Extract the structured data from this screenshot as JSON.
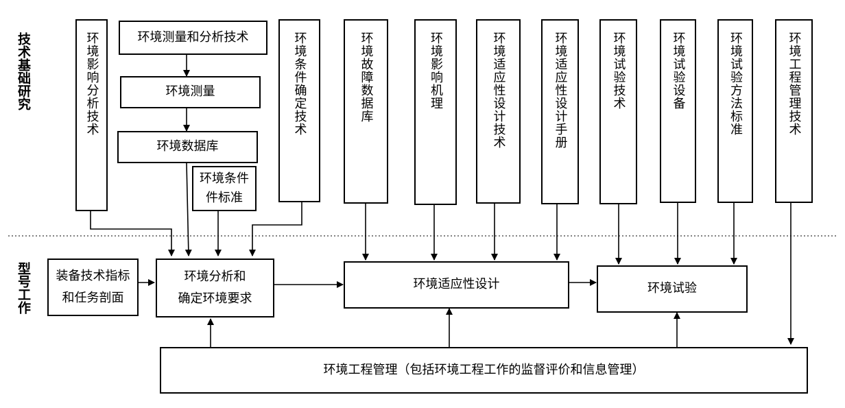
{
  "side_labels": {
    "research": "技术基础研究",
    "model": "型号工作"
  },
  "research_columns": {
    "impact_analysis": "环境影响分析技术",
    "condition_tech": "环境条件确定技术",
    "failure_db": "环境故障数据库",
    "impact_mechanism": "环境影响机理",
    "adapt_design_tech": "环境适应性设计技术",
    "adapt_manual": "环境适应性设计手册",
    "test_tech": "环境试验技术",
    "test_equipment": "环境试验设备",
    "test_method_std": "环境试验方法标准",
    "eng_mgmt_tech": "环境工程管理技术"
  },
  "measurement_chain": {
    "measure_analysis": "环境测量和分析技术",
    "measurement": "环境测量",
    "database": "环境数据库",
    "condition_std": "环境条件\n件标准"
  },
  "model_work": {
    "equipment_specs": "装备技术指标\n和任务剖面",
    "env_analysis": "环境分析和\n确定环境要求",
    "adapt_design": "环境适应性设计",
    "env_test": "环境试验",
    "mgmt": "环境工程管理（包括环境工程工作的监督评价和信息管理）"
  }
}
